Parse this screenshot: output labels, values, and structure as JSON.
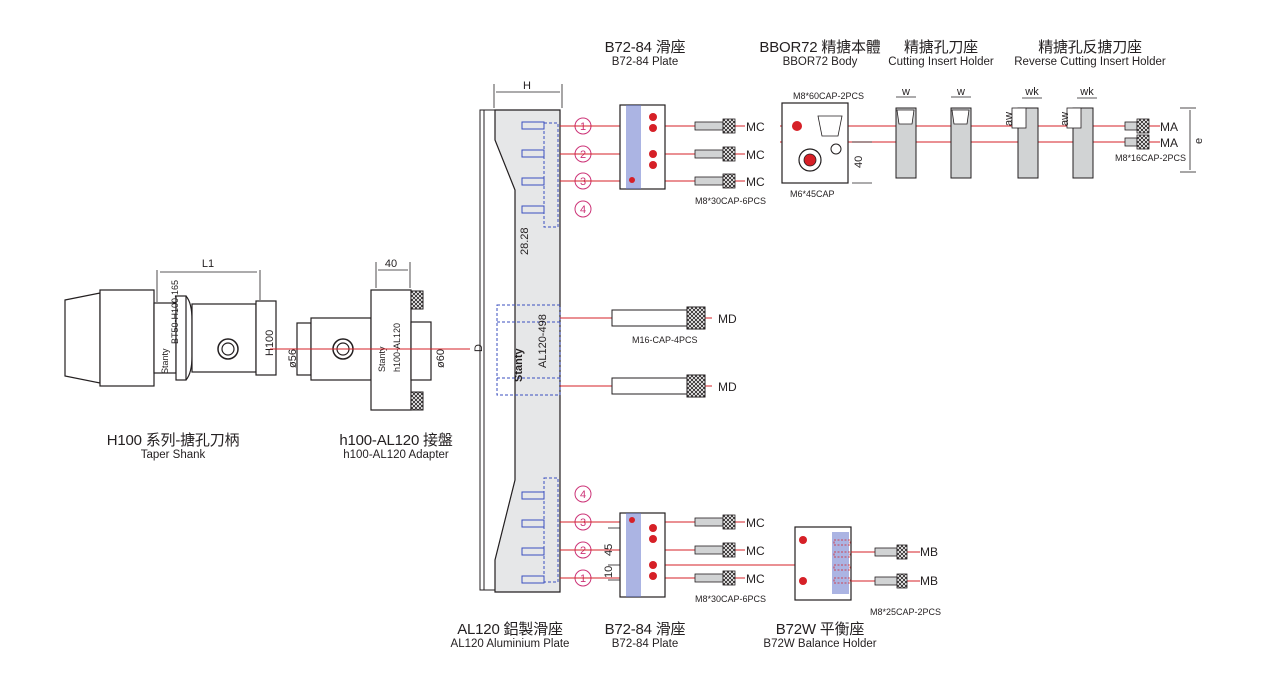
{
  "components": {
    "taper_shank": {
      "title": "H100 系列-搪孔刀柄",
      "subtitle": "Taper Shank"
    },
    "adapter": {
      "title": "h100-AL120 接盤",
      "subtitle": "h100-AL120 Adapter"
    },
    "aluminium_plate": {
      "title": "AL120 鋁製滑座",
      "subtitle": "AL120 Aluminium Plate"
    },
    "plate_top": {
      "title": "B72-84 滑座",
      "subtitle": "B72-84 Plate"
    },
    "plate_bottom": {
      "title": "B72-84 滑座",
      "subtitle": "B72-84 Plate"
    },
    "bbor_body": {
      "title": "BBOR72 精搪本體",
      "subtitle": "BBOR72 Body"
    },
    "insert_holder": {
      "title": "精搪孔刀座",
      "subtitle": "Cutting Insert Holder"
    },
    "reverse_holder": {
      "title": "精搪孔反搪刀座",
      "subtitle": "Reverse Cutting Insert Holder"
    },
    "balance_holder": {
      "title": "B72W 平衡座",
      "subtitle": "B72W Balance Holder"
    }
  },
  "dimensions": {
    "L1": "L1",
    "H100": "H100",
    "d56": "ø56",
    "adapter_40": "40",
    "d60": "ø60",
    "H": "H",
    "D": "D",
    "d2828": "28.28",
    "al_code": "AL120-498",
    "body_40": "40",
    "w1": "w",
    "w2": "w",
    "wk1": "wk",
    "wk2": "wk",
    "aw1": "aw",
    "aw2": "aw",
    "e": "e",
    "d45": "45",
    "d10": "10"
  },
  "screws": {
    "mc": "MC",
    "md": "MD",
    "ma": "MA",
    "mb": "MB",
    "m8_30_top": "M8*30CAP-6PCS",
    "m8_30_bottom": "M8*30CAP-6PCS",
    "m16": "M16-CAP-4PCS",
    "m8_60": "M8*60CAP-2PCS",
    "m6_45": "M6*45CAP",
    "m8_16": "M8*16CAP-2PCS",
    "m8_25": "M8*25CAP-2PCS"
  },
  "position_numbers": {
    "n1": "1",
    "n2": "2",
    "n3": "3",
    "n4": "4"
  },
  "brand": "Stanty",
  "small_code_shank": "BT50-H100-165",
  "small_code_adapter": "h100-AL120",
  "colors": {
    "line": "#231f20",
    "part_fill": "#d1d3d4",
    "plate_fill": "#e6e7e8",
    "connector": "#d62027",
    "number_circle": "#cc3377",
    "dashed": "#3b4fbf",
    "accent_blue": "#6677cc"
  }
}
